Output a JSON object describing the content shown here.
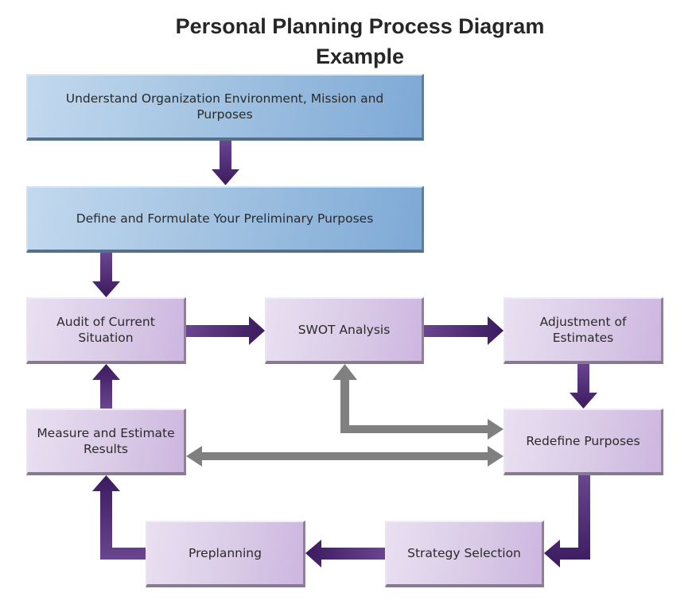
{
  "title": "Personal Planning Process Diagram Example",
  "title_lines": [
    "Personal Planning Process Diagram",
    "Example"
  ],
  "colors": {
    "flow_arrow": "#4a2a6e",
    "feedback_arrow": "#808080",
    "blue_box": "#9dbfe0",
    "purple_box": "#dacbe7"
  },
  "nodes": [
    {
      "id": "understand",
      "label": "Understand Organization Environment, Mission and Purposes",
      "style": "blue"
    },
    {
      "id": "define",
      "label": "Define and Formulate Your Preliminary Purposes",
      "style": "blue"
    },
    {
      "id": "audit",
      "label": "Audit of Current Situation",
      "style": "purple"
    },
    {
      "id": "swot",
      "label": "SWOT Analysis",
      "style": "purple"
    },
    {
      "id": "adjust",
      "label": "Adjustment of Estimates",
      "style": "purple"
    },
    {
      "id": "measure",
      "label": "Measure and Estimate Results",
      "style": "purple"
    },
    {
      "id": "redefine",
      "label": "Redefine Purposes",
      "style": "purple"
    },
    {
      "id": "preplanning",
      "label": "Preplanning",
      "style": "purple"
    },
    {
      "id": "strategy",
      "label": "Strategy Selection",
      "style": "purple"
    }
  ],
  "edges": [
    {
      "from": "understand",
      "to": "define",
      "type": "flow"
    },
    {
      "from": "define",
      "to": "audit",
      "type": "flow"
    },
    {
      "from": "audit",
      "to": "swot",
      "type": "flow"
    },
    {
      "from": "swot",
      "to": "adjust",
      "type": "flow"
    },
    {
      "from": "adjust",
      "to": "redefine",
      "type": "flow"
    },
    {
      "from": "redefine",
      "to": "strategy",
      "type": "flow"
    },
    {
      "from": "strategy",
      "to": "preplanning",
      "type": "flow"
    },
    {
      "from": "preplanning",
      "to": "measure",
      "type": "flow"
    },
    {
      "from": "measure",
      "to": "audit",
      "type": "flow"
    },
    {
      "from": "swot",
      "to": "redefine",
      "type": "feedback",
      "bidirectional": true
    },
    {
      "from": "measure",
      "to": "redefine",
      "type": "feedback",
      "bidirectional": true
    }
  ]
}
